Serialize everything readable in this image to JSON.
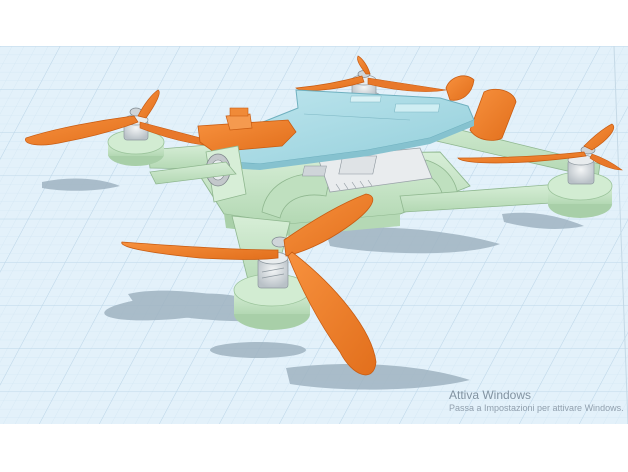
{
  "watermark": {
    "title": "Attiva Windows",
    "subtitle": "Passa a Impostazioni per attivare Windows."
  },
  "colors": {
    "workplane": "#e3f1fa",
    "grid_minor": "#cfe3f1",
    "grid_major": "#b9d3e6",
    "frame_green": "#c8e4c8",
    "frame_green_dark": "#9fc79f",
    "canopy_blue": "#a9dbe4",
    "propeller_orange": "#f0802b",
    "motor_gray": "#cfd5d9",
    "shadow": "#9db2c0"
  },
  "icons": {
    "model": "quadcopter-drone-model"
  }
}
